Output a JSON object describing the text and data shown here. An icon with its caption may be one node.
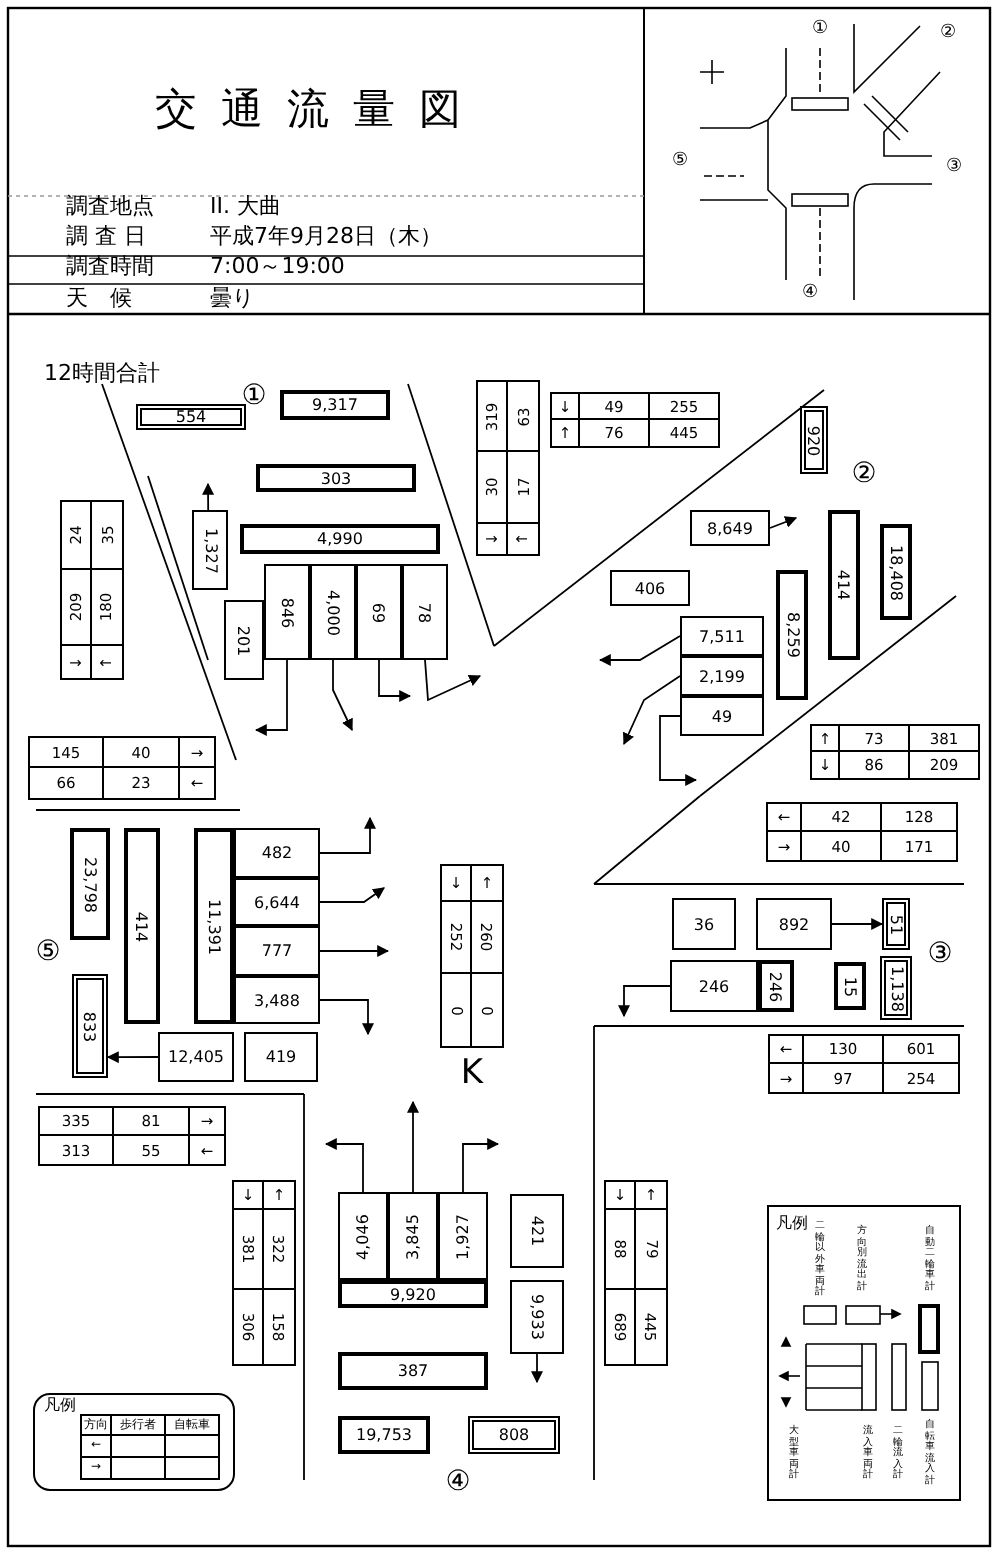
{
  "diagram": {
    "title": "交通流量図",
    "nodes": [
      {
        "text": [
          "12時間合計"
        ]
      },
      {
        "text": [
          "9,317"
        ]
      },
      {
        "text": [
          "554"
        ]
      },
      {
        "text": [
          "303"
        ]
      },
      {
        "text": [
          "4,990"
        ]
      },
      {
        "text": [
          "1,327"
        ]
      },
      {
        "text": [
          "201"
        ]
      },
      {
        "text": [
          "846"
        ]
      },
      {
        "text": [
          "4,000"
        ]
      },
      {
        "text": [
          "69"
        ]
      },
      {
        "text": [
          "78"
        ]
      },
      {
        "text": [
          "920"
        ]
      },
      {
        "text": [
          "18,408"
        ]
      },
      {
        "text": [
          "414"
        ]
      },
      {
        "text": [
          "8,259"
        ]
      },
      {
        "text": [
          "8,649"
        ]
      },
      {
        "text": [
          "406"
        ]
      },
      {
        "text": [
          "7,511"
        ]
      },
      {
        "text": [
          "2,199"
        ]
      },
      {
        "text": [
          "49"
        ]
      },
      {
        "text": [
          "23,798"
        ]
      },
      {
        "text": [
          "414"
        ]
      },
      {
        "text": [
          "11,391"
        ]
      },
      {
        "text": [
          "482"
        ]
      },
      {
        "text": [
          "6,644"
        ]
      },
      {
        "text": [
          "777"
        ]
      },
      {
        "text": [
          "3,488"
        ]
      },
      {
        "text": [
          "833"
        ]
      },
      {
        "text": [
          "12,405"
        ]
      },
      {
        "text": [
          "419"
        ]
      },
      {
        "text": [
          "36"
        ]
      },
      {
        "text": [
          "892"
        ]
      },
      {
        "text": [
          "51"
        ]
      },
      {
        "text": [
          "246"
        ]
      },
      {
        "text": [
          "246"
        ]
      },
      {
        "text": [
          "15"
        ]
      },
      {
        "text": [
          "1,138"
        ]
      },
      {
        "text": [
          "4,046"
        ]
      },
      {
        "text": [
          "3,845"
        ]
      },
      {
        "text": [
          "1,927"
        ]
      },
      {
        "text": [
          "9,920"
        ]
      },
      {
        "text": [
          "421"
        ]
      },
      {
        "text": [
          "9,933"
        ]
      },
      {
        "text": [
          "387"
        ]
      },
      {
        "text": [
          "19,753"
        ]
      },
      {
        "text": [
          "808"
        ]
      }
    ],
    "edges": [
      {
        "from": 0,
        "to": null,
        "arrow": "none"
      },
      {
        "from": 5,
        "to": null,
        "arrow": "to"
      },
      {
        "from": 7,
        "to": null,
        "arrow": "to"
      },
      {
        "from": 8,
        "to": null,
        "arrow": "to"
      },
      {
        "from": 9,
        "to": null,
        "arrow": "to"
      },
      {
        "from": 10,
        "to": null,
        "arrow": "to"
      },
      {
        "from": 15,
        "to": null,
        "arrow": "to"
      },
      {
        "from": 17,
        "to": null,
        "arrow": "to"
      },
      {
        "from": 18,
        "to": null,
        "arrow": "to"
      },
      {
        "from": 19,
        "to": null,
        "arrow": "to"
      },
      {
        "from": 23,
        "to": null,
        "arrow": "to"
      },
      {
        "from": 24,
        "to": null,
        "arrow": "to"
      },
      {
        "from": 25,
        "to": null,
        "arrow": "to"
      },
      {
        "from": 26,
        "to": null,
        "arrow": "to"
      },
      {
        "from": 28,
        "to": 27,
        "arrow": "to"
      },
      {
        "from": 31,
        "to": 32,
        "arrow": "to"
      },
      {
        "from": 33,
        "to": null,
        "arrow": "to"
      },
      {
        "from": 37,
        "to": null,
        "arrow": "to"
      },
      {
        "from": 38,
        "to": null,
        "arrow": "to"
      },
      {
        "from": 39,
        "to": null,
        "arrow": "to"
      },
      {
        "from": 42,
        "to": null,
        "arrow": "to"
      }
    ],
    "labels": [
      "調査地点",
      "II. 大曲",
      "調 査 日",
      "平成7年9月28日（木）",
      "調査時間",
      "7:00～19:00",
      "天　候",
      "曇り",
      "①",
      "②",
      "⑤",
      "③",
      "④",
      "①",
      "②",
      "⑤",
      "③",
      "K",
      "④",
      "24",
      "35",
      "209",
      "180",
      "↓",
      "↑",
      "319",
      "63",
      "30",
      "17",
      "↓",
      "↑",
      "↓",
      "49",
      "255",
      "↑",
      "76",
      "445",
      "↑",
      "73",
      "381",
      "↓",
      "86",
      "209",
      "145",
      "40",
      "→",
      "66",
      "23",
      "←",
      "←",
      "42",
      "128",
      "→",
      "40",
      "171",
      "↓",
      "↑",
      "252",
      "260",
      "0",
      "0",
      "←",
      "130",
      "601",
      "→",
      "97",
      "254",
      "335",
      "81",
      "→",
      "313",
      "55",
      "←",
      "↓",
      "↑",
      "381",
      "322",
      "306",
      "158",
      "↓",
      "↑",
      "88",
      "79",
      "689",
      "445",
      "凡例",
      "方向",
      "歩行者",
      "自転車",
      "←",
      "→",
      "凡例"
    ],
    "legend": [
      {
        "text": "二輪以外車両計"
      },
      {
        "text": "方向別流出計"
      },
      {
        "text": "自動二輪車計"
      },
      {
        "text": "大型車両計"
      },
      {
        "text": "流入車両計"
      },
      {
        "text": "二輪流入計"
      },
      {
        "text": "自転車流入計"
      }
    ]
  }
}
